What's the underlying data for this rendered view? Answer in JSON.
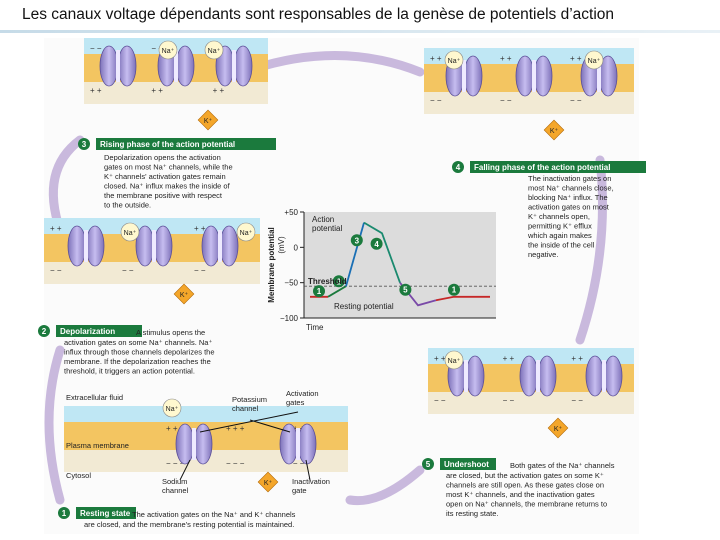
{
  "slide_title": "Les canaux voltage dépendants sont responsables de la genèse de potentiels d’action",
  "colors": {
    "extracellular": "#bfe7f4",
    "membrane": "#f3c561",
    "cytosol": "#f2ead4",
    "channel": "#a69bd6",
    "graph_bg": "#dcdcdc",
    "ap_line": "#c62828",
    "step_badge": "#1b7a3d"
  },
  "panels": {
    "rising": {
      "step": "3",
      "header": "Rising phase of the action potential",
      "body": [
        "Depolarization opens the activation",
        "gates on most Na⁺ channels, while the",
        "K⁺ channels' activation gates remain",
        "closed. Na⁺ influx makes the inside of",
        "the membrane positive with respect",
        "to the outside."
      ],
      "ions": [
        "Na⁺",
        "Na⁺",
        "K⁺"
      ],
      "charges_top": [
        "− −",
        "− −",
        "− −"
      ],
      "charges_bottom": [
        "+ +",
        "+ +",
        "+ +"
      ]
    },
    "falling": {
      "step": "4",
      "header": "Falling phase of the action potential",
      "body": [
        "The inactivation gates on",
        "most Na⁺ channels close,",
        "blocking Na⁺ influx. The",
        "activation gates on most",
        "K⁺ channels open,",
        "permitting K⁺ efflux",
        "which again makes",
        "the inside of the cell",
        "negative."
      ],
      "ions": [
        "Na⁺",
        "Na⁺",
        "K⁺"
      ],
      "charges_top": [
        "+ +",
        "+ +",
        "+ +"
      ],
      "charges_bottom": [
        "− −",
        "− −",
        "− −"
      ]
    },
    "depolarization": {
      "step": "2",
      "header": "Depolarization",
      "body": [
        "A stimulus opens the",
        "activation gates on some Na⁺ channels. Na⁺",
        "influx through those channels depolarizes the",
        "membrane. If the depolarization reaches the",
        "threshold, it triggers an action potential."
      ],
      "ions": [
        "Na⁺",
        "Na⁺",
        "K⁺"
      ],
      "charges_top": [
        "+ +",
        "+ +",
        "+ +"
      ],
      "charges_bottom": [
        "− −",
        "− −",
        "− −"
      ]
    },
    "undershoot": {
      "step": "5",
      "header": "Undershoot",
      "body": [
        "Both gates of the Na⁺ channels",
        "are closed, but the activation gates on some K⁺",
        "channels are still open. As these gates close on",
        "most K⁺ channels, and the inactivation gates",
        "open on Na⁺ channels, the membrane returns to",
        "its resting state."
      ],
      "ions": [
        "Na⁺",
        "K⁺"
      ],
      "charges_top": [
        "+ +",
        "+ +",
        "+ +"
      ],
      "charges_bottom": [
        "− −",
        "− −",
        "− −"
      ]
    },
    "resting": {
      "step": "1",
      "header": "Resting state",
      "body": [
        "The activation gates on the Na⁺ and K⁺ channels",
        "are closed, and the membrane's resting potential is maintained."
      ],
      "ions": [
        "Na⁺",
        "K⁺"
      ],
      "labels": {
        "extracellular": "Extracellular fluid",
        "plasma_membrane": "Plasma membrane",
        "cytosol": "Cytosol",
        "potassium_channel": [
          "Potassium",
          "channel"
        ],
        "activation_gates": [
          "Activation",
          "gates"
        ],
        "sodium_channel": [
          "Sodium",
          "channel"
        ],
        "inactivation_gate": [
          "Inactivation",
          "gate"
        ]
      },
      "charges_top": [
        "+ + +",
        "+ + +",
        "+ + +"
      ],
      "charges_bottom": [
        "− − −",
        "− − −",
        "− − −"
      ]
    }
  },
  "graph": {
    "y_axis_title": [
      "Membrane potential",
      "(mV)"
    ],
    "y_ticks": [
      "+50",
      "0",
      "−50",
      "−100"
    ],
    "x_axis_title": "Time",
    "action_potential_label": [
      "Action",
      "potential"
    ],
    "threshold_label": "Threshold",
    "resting_label": "Resting potential",
    "markers": [
      "1",
      "2",
      "3",
      "4",
      "5",
      "1"
    ]
  },
  "chart_data": {
    "type": "line",
    "xlabel": "Time",
    "ylabel": "Membrane potential (mV)",
    "ylim": [
      -100,
      50
    ],
    "x": [
      0,
      1,
      2,
      3,
      4,
      5,
      6,
      7,
      8,
      9,
      10
    ],
    "series": [
      {
        "values": [
          -70,
          -70,
          -55,
          35,
          20,
          -50,
          -82,
          -75,
          -70,
          -70,
          -70
        ]
      }
    ],
    "threshold": -55,
    "resting_potential": -70
  }
}
